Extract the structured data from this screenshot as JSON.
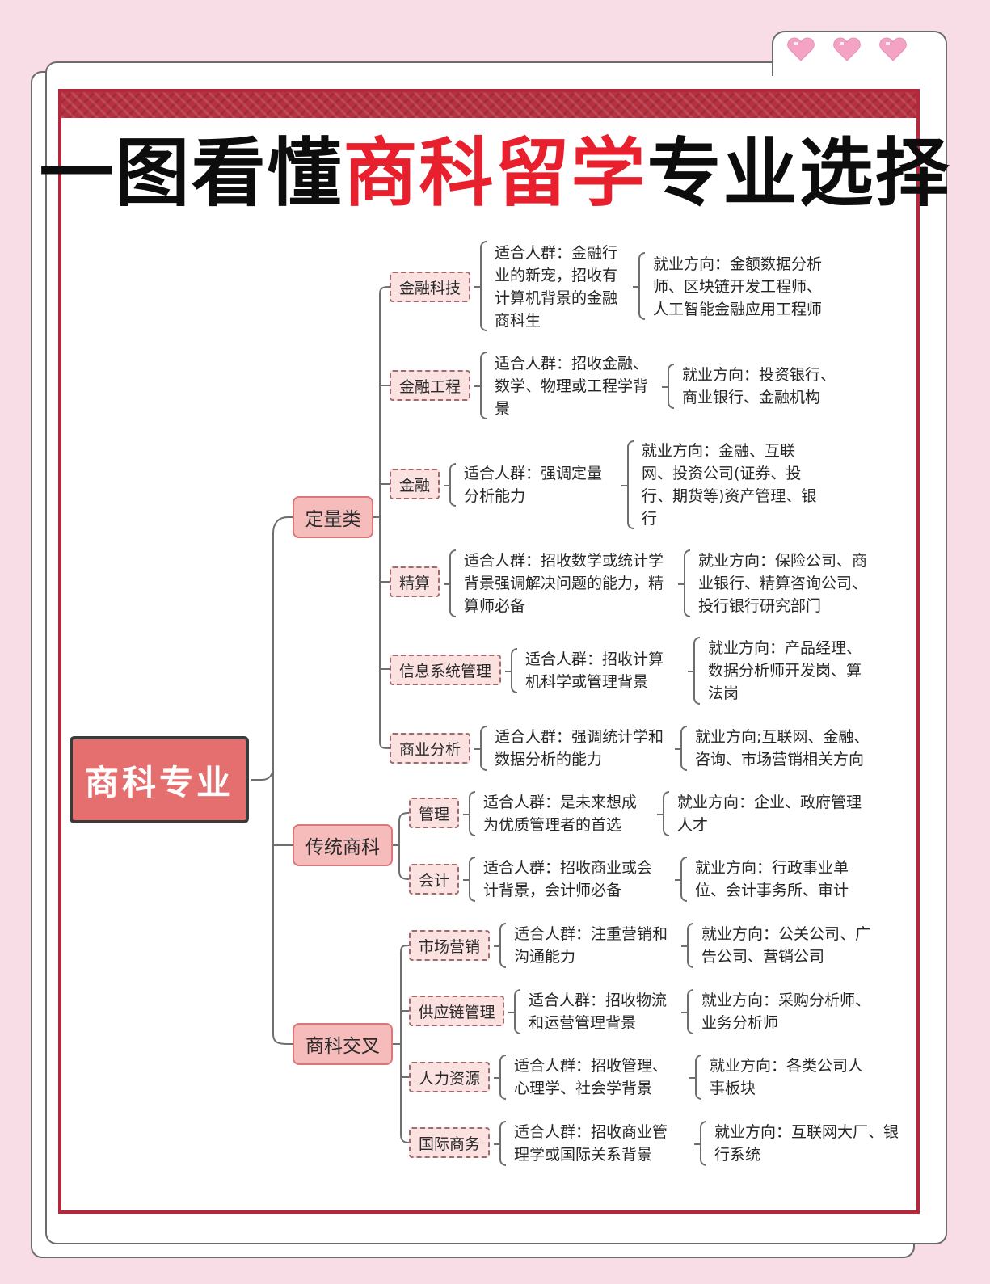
{
  "title": {
    "part1": "一图看懂",
    "highlight": "商科留学",
    "part2": "专业选择"
  },
  "root": "商科专业",
  "categories": [
    {
      "label": "定量类"
    },
    {
      "label": "传统商科"
    },
    {
      "label": "商科交叉"
    }
  ],
  "majors": [
    {
      "label": "金融科技",
      "fit": [
        "适合人群：金融行",
        "业的新宠，招收有",
        "计算机背景的金融",
        "商科生"
      ],
      "job": [
        "就业方向：金额数据分析",
        "师、区块链开发工程师、",
        "人工智能金融应用工程师"
      ]
    },
    {
      "label": "金融工程",
      "fit": [
        "适合人群：招收金融、",
        "数学、物理或工程学背",
        "景"
      ],
      "job": [
        "就业方向：投资银行、",
        "商业银行、金融机构"
      ]
    },
    {
      "label": "金融",
      "fit": [
        "适合人群：强调定量",
        "分析能力"
      ],
      "job": [
        "就业方向：金融、互联",
        "网、投资公司(证券、投",
        "行、期货等)资产管理、银",
        "行"
      ]
    },
    {
      "label": "精算",
      "fit": [
        "适合人群：招收数学或统计学",
        "背景强调解决问题的能力，精",
        "算师必备"
      ],
      "job": [
        "就业方向：保险公司、商",
        "业银行、精算咨询公司、",
        "投行银行研究部门"
      ]
    },
    {
      "label": "信息系统管理",
      "fit": [
        "适合人群：招收计算",
        "机科学或管理背景"
      ],
      "job": [
        "就业方向：产品经理、",
        "数据分析师开发岗、算",
        "法岗"
      ]
    },
    {
      "label": "商业分析",
      "fit": [
        "适合人群：强调统计学和",
        "数据分析的能力"
      ],
      "job": [
        "就业方向;互联网、金融、",
        "咨询、市场营销相关方向"
      ]
    },
    {
      "label": "管理",
      "fit": [
        "适合人群：是未来想成",
        "为优质管理者的首选"
      ],
      "job": [
        "就业方向：企业、政府管理",
        "人才"
      ]
    },
    {
      "label": "会计",
      "fit": [
        "适合人群：招收商业或会",
        "计背景，会计师必备"
      ],
      "job": [
        "就业方向：行政事业单",
        "位、会计事务所、审计"
      ]
    },
    {
      "label": "市场营销",
      "fit": [
        "适合人群：注重营销和",
        "沟通能力"
      ],
      "job": [
        "就业方向：公关公司、广",
        "告公司、营销公司"
      ]
    },
    {
      "label": "供应链管理",
      "fit": [
        "适合人群：招收物流",
        "和运营管理背景"
      ],
      "job": [
        "就业方向：采购分析师、",
        "业务分析师"
      ]
    },
    {
      "label": "人力资源",
      "fit": [
        "适合人群：招收管理、",
        "心理学、社会学背景"
      ],
      "job": [
        "就业方向：各类公司人",
        "事板块"
      ]
    },
    {
      "label": "国际商务",
      "fit": [
        "适合人群：招收商业管",
        "理学或国际关系背景"
      ],
      "job": [
        "就业方向：互联网大厂、银",
        "行系统"
      ]
    }
  ],
  "colors": {
    "background": "#f9dde6",
    "title_highlight": "#e8202e",
    "border": "#b4283c",
    "root_fill": "#e56f6f",
    "category_fill": "#f6bcbc",
    "major_fill": "#fbe2e1",
    "heart": "#f4a3c4"
  }
}
